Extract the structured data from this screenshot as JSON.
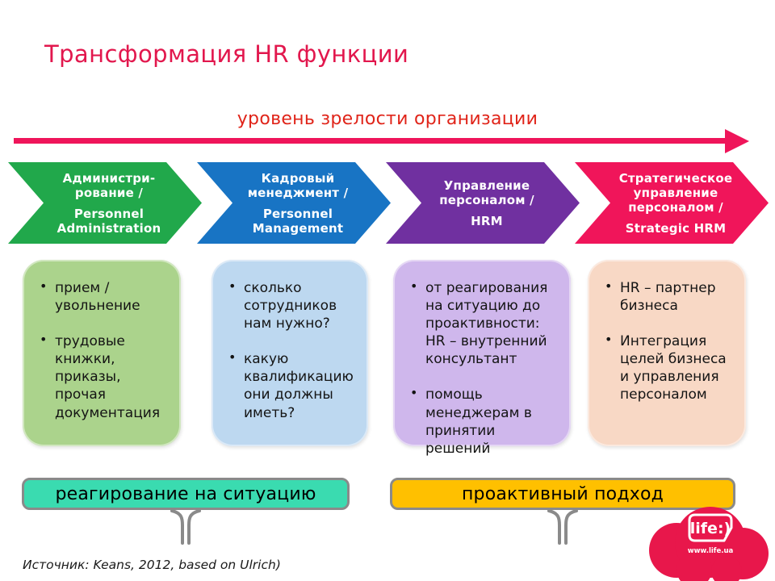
{
  "header": {
    "title": "Трансформация HR функции",
    "subtitle": "уровень зрелости  организации"
  },
  "stages": [
    {
      "title_ru": "Администри-рование /",
      "title_en": "Personnel Administration",
      "chevron_color": "#21a84b",
      "box_color": "#abd38c",
      "bullets": [
        "прием / увольнение",
        "трудовые книжки, приказы, прочая документация"
      ]
    },
    {
      "title_ru": "Кадровый менеджмент /",
      "title_en": "Personnel Management",
      "chevron_color": "#1874c4",
      "box_color": "#bdd8f0",
      "bullets": [
        "сколько сотрудников нам нужно?",
        "какую квалификацию они должны иметь?"
      ]
    },
    {
      "title_ru": "Управление персоналом /",
      "title_en": "HRM",
      "chevron_color": "#7030a0",
      "box_color": "#cfb7ec",
      "bullets": [
        "от реагирования на ситуацию до проактивности: HR – внутренний консультант",
        "помощь менеджерам в принятии решений"
      ]
    },
    {
      "title_ru": "Стратегическое управление персоналом /",
      "title_en": "Strategic HRM",
      "chevron_color": "#f0155a",
      "box_color": "#f8d8c5",
      "bullets": [
        "HR – партнер бизнеса",
        "Интеграция целей бизнеса и управления персоналом"
      ]
    }
  ],
  "callouts": [
    {
      "label": "реагирование на ситуацию",
      "fill_color": "#3adbb0"
    },
    {
      "label": "проактивный подход",
      "fill_color": "#ffc000"
    }
  ],
  "footer": {
    "source": "Источник: Keans, 2012, based on Ulrich)"
  },
  "logo": {
    "text": "life:)",
    "url": "www.life.ua",
    "color": "#e8174b"
  },
  "colors": {
    "title_text": "#e2174d",
    "subtitle_text": "#e02419",
    "axis_arrow": "#ef155a",
    "callout_border": "#8a8a8a",
    "tail_gray": "#8a8a8a"
  }
}
